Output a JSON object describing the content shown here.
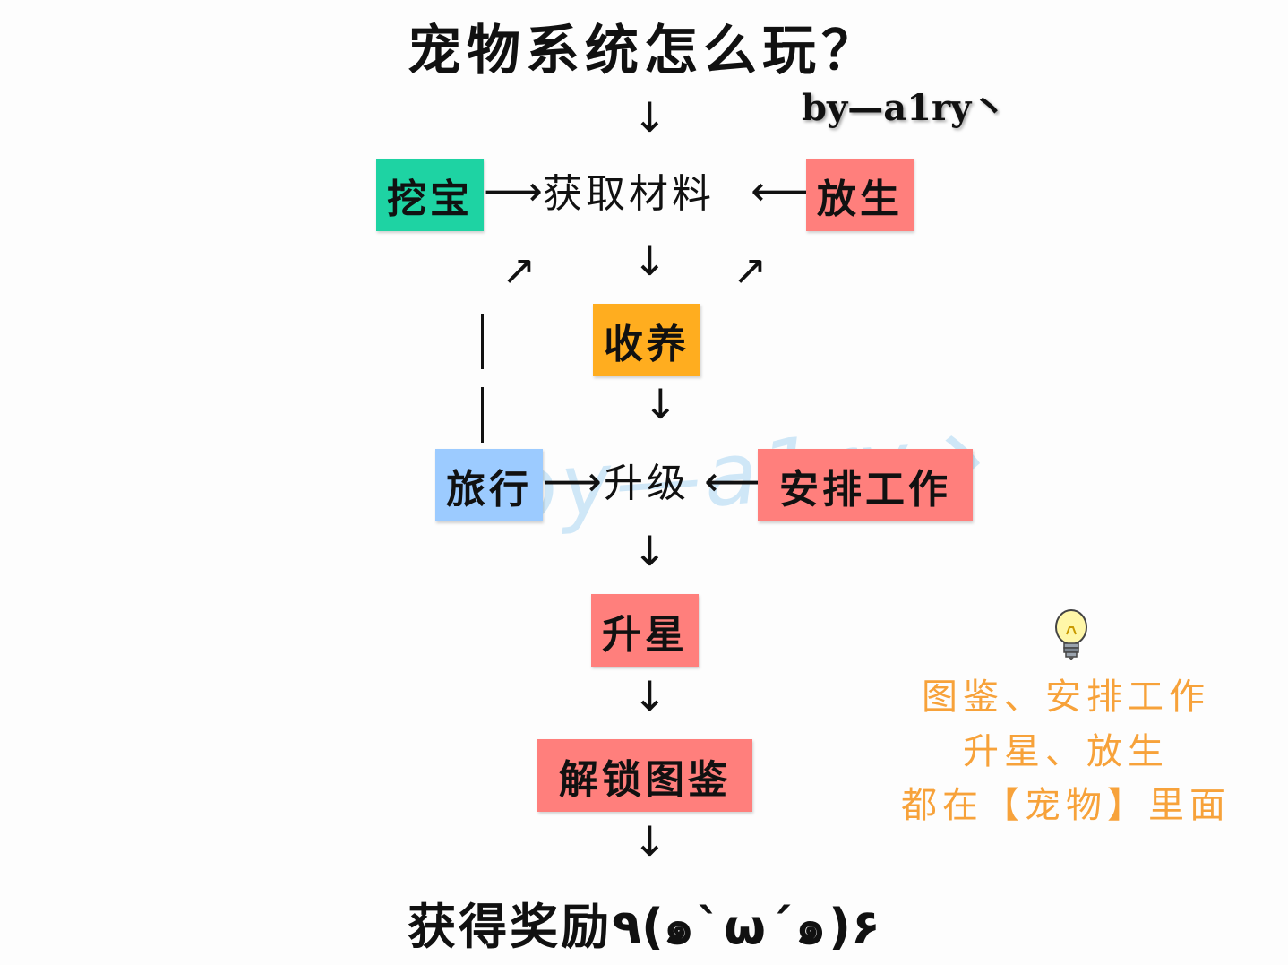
{
  "title": "宠物系统怎么玩？",
  "author": "by—a1ry丶",
  "watermark": "by—a1ry丶",
  "nodes": {
    "dig": "挖宝",
    "get_materials": "获取材料",
    "release": "放生",
    "raise": "收养",
    "travel": "旅行",
    "upgrade": "升级",
    "assign_work": "安排工作",
    "star_up": "升星",
    "unlock_collection": "解锁图鉴",
    "reward": "获得奖励٩(๑`ω´๑)۶"
  },
  "note": {
    "line1": "图鉴、安排工作",
    "line2": "升星、放生",
    "line3": "都在【宠物】里面"
  },
  "arrows": {
    "down": "↓",
    "right": "⟶",
    "left": "⟵",
    "diag_up_right": "↗"
  },
  "icons": {
    "bulb": "lightbulb-icon"
  },
  "colors": {
    "dig": "#1ed3a3",
    "release": "#ff7f7c",
    "raise": "#ffad1f",
    "travel": "#9ccbff",
    "assign_work": "#ff7f7c",
    "star_up": "#ff7f7c",
    "unlock_collection": "#ff7f7c",
    "note": "#f7a23a"
  }
}
